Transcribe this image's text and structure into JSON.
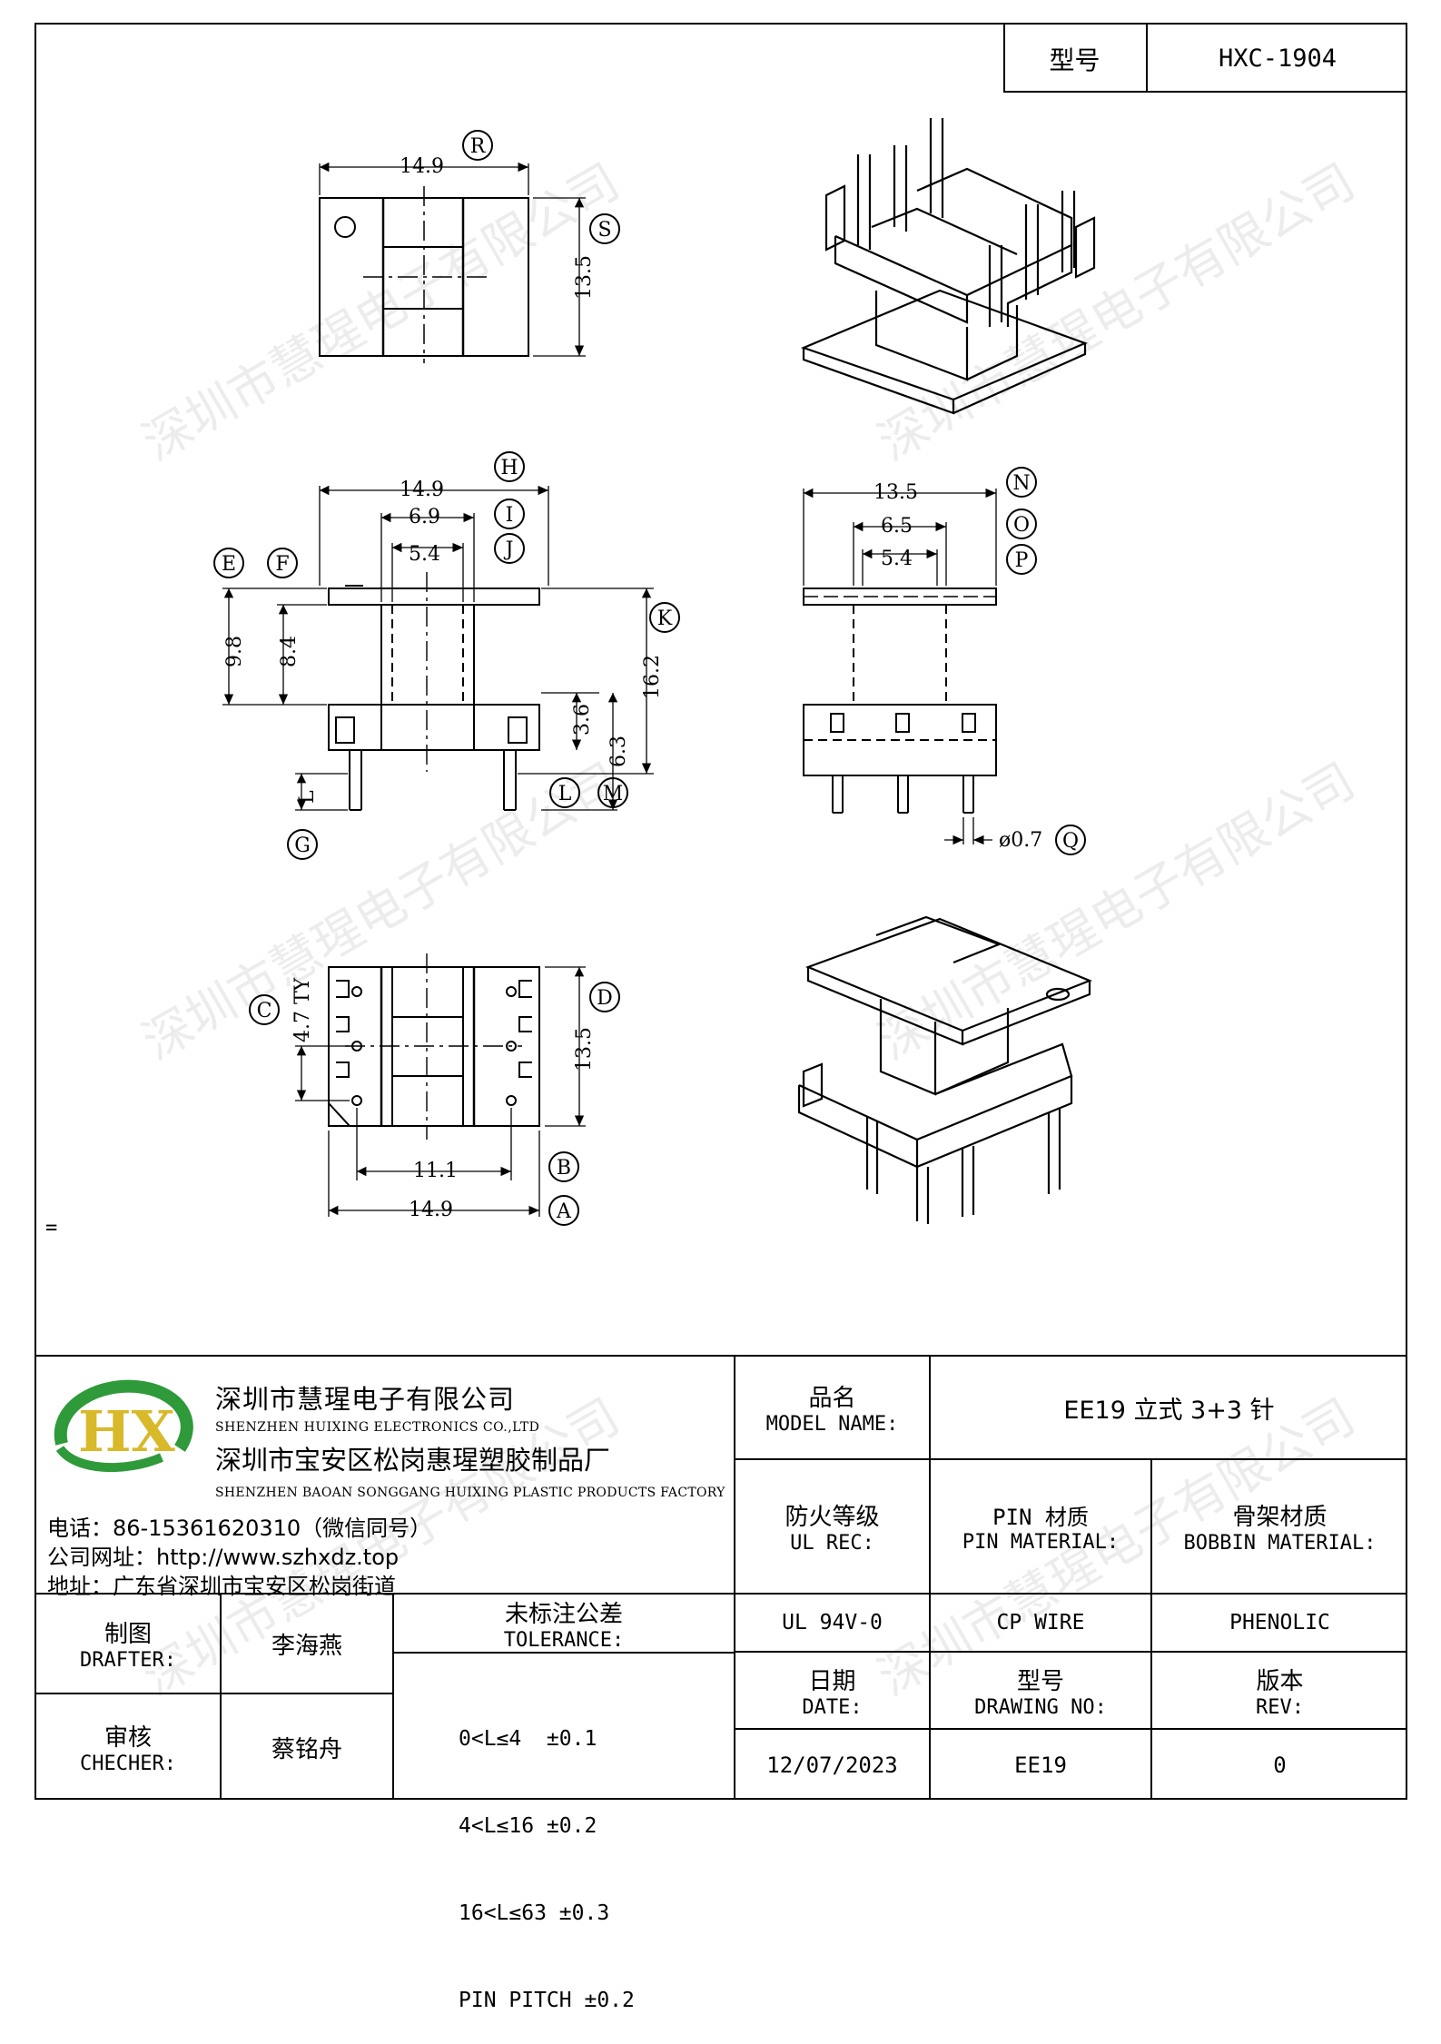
{
  "header": {
    "model_label": "型号",
    "model_value": "HXC-1904"
  },
  "watermark": "深圳市慧瑆电子有限公司",
  "side_mark": "=",
  "drawing": {
    "top_view": {
      "width": "14.9",
      "height": "13.5",
      "tag_w": "R",
      "tag_h": "S"
    },
    "front_view": {
      "w1": "14.9",
      "w2": "6.9",
      "w3": "5.4",
      "h1": "9.8",
      "h2": "8.4",
      "h3": "16.2",
      "h4": "3.6",
      "h5": "6.3",
      "pin_l": "L",
      "tags": [
        "H",
        "I",
        "J",
        "E",
        "F",
        "K",
        "L",
        "M",
        "G"
      ]
    },
    "side_view": {
      "w1": "13.5",
      "w2": "6.5",
      "w3": "5.4",
      "pin_d": "ø0.7",
      "tags": [
        "N",
        "O",
        "P",
        "Q"
      ]
    },
    "bottom_view": {
      "pitch": "4.7 TY",
      "width": "14.9",
      "inner": "11.1",
      "height": "13.5",
      "tags": [
        "C",
        "D",
        "B",
        "A"
      ]
    }
  },
  "company": {
    "name_cn": "深圳市慧瑆电子有限公司",
    "name_en": "SHENZHEN HUIXING ELECTRONICS CO.,LTD",
    "factory_cn": "深圳市宝安区松岗惠瑆塑胶制品厂",
    "factory_en": "SHENZHEN BAOAN SONGGANG HUIXING PLASTIC PRODUCTS FACTORY",
    "phone": "电话：86-15361620310（微信同号）",
    "website": "公司网址：http://www.szhxdz.top",
    "address": "地址：广东省深圳市宝安区松岗街道",
    "logo_text": "HX",
    "brand_green": "#2e9a3a",
    "brand_yellow": "#d7b92a"
  },
  "title_block": {
    "model_name_cn": "品名",
    "model_name_en": "MODEL NAME:",
    "model_name_value": "EE19 立式 3+3 针",
    "ul_cn": "防火等级",
    "ul_en": "UL REC:",
    "pin_cn": "PIN 材质",
    "pin_en": "PIN MATERIAL:",
    "bobbin_cn": "骨架材质",
    "bobbin_en": "BOBBIN MATERIAL:",
    "ul_value": "UL 94V-0",
    "pin_value": "CP WIRE",
    "bobbin_value": "PHENOLIC",
    "drafter_cn": "制图",
    "drafter_en": "DRAFTER:",
    "drafter_name": "李海燕",
    "checker_cn": "审核",
    "checker_en": "CHECHER:",
    "checker_name": "蔡铭舟",
    "tolerance_cn": "未标注公差",
    "tolerance_en": "TOLERANCE:",
    "tolerances": [
      "0<L≤4  ±0.1",
      "4<L≤16 ±0.2",
      "16<L≤63 ±0.3",
      "PIN PITCH ±0.2"
    ],
    "date_cn": "日期",
    "date_en": "DATE:",
    "date_value": "12/07/2023",
    "drawing_no_cn": "型号",
    "drawing_no_en": "DRAWING NO:",
    "drawing_no_value": "EE19",
    "rev_cn": "版本",
    "rev_en": "REV:",
    "rev_value": "0"
  }
}
